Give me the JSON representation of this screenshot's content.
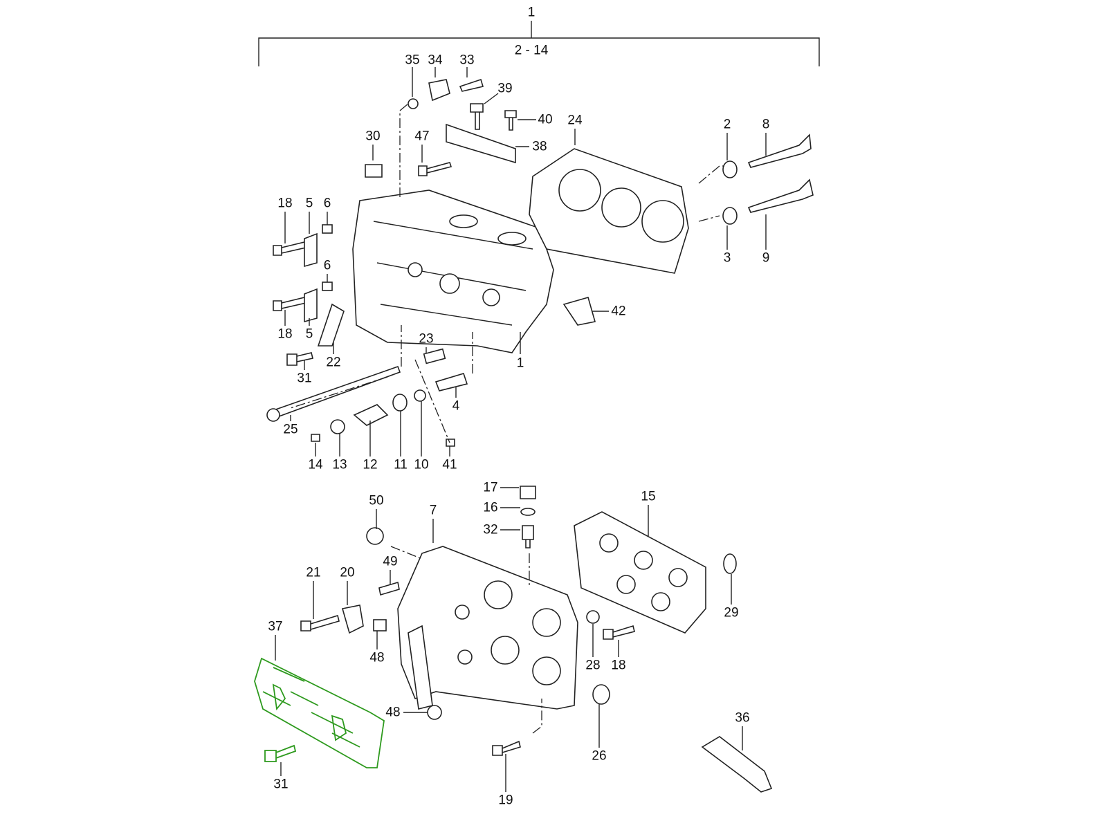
{
  "diagram": {
    "highlight_color": "#2e9a1e",
    "labels": [
      "1",
      "2 - 14",
      "35",
      "34",
      "33",
      "39",
      "40",
      "24",
      "2",
      "8",
      "30",
      "47",
      "38",
      "18",
      "5",
      "6",
      "6",
      "3",
      "9",
      "42",
      "18",
      "5",
      "22",
      "1",
      "23",
      "31",
      "4",
      "25",
      "14",
      "13",
      "12",
      "11",
      "10",
      "41",
      "17",
      "50",
      "16",
      "15",
      "7",
      "32",
      "49",
      "21",
      "20",
      "29",
      "37",
      "48",
      "28",
      "18",
      "48",
      "36",
      "26",
      "31",
      "19"
    ]
  }
}
